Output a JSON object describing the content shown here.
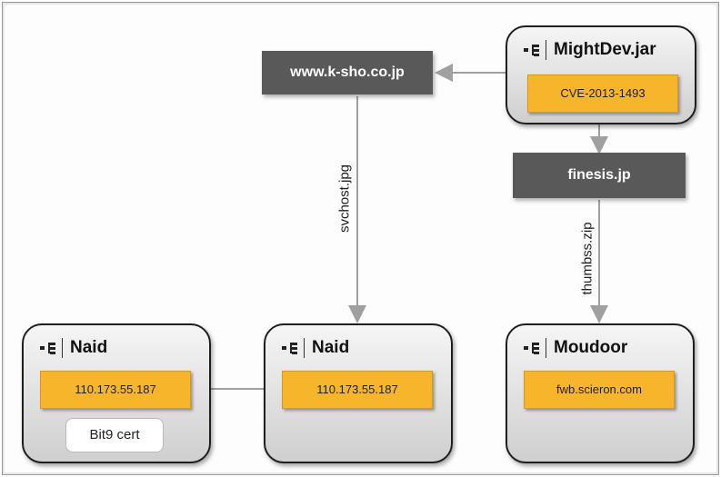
{
  "nodes": {
    "mightdev": {
      "title": "MightDev.jar",
      "tag": "CVE-2013-1493"
    },
    "naid_left": {
      "title": "Naid",
      "tag": "110.173.55.187",
      "cert": "Bit9 cert"
    },
    "naid_mid": {
      "title": "Naid",
      "tag": "110.173.55.187"
    },
    "moudoor": {
      "title": "Moudoor",
      "tag": "fwb.scieron.com"
    }
  },
  "domains": {
    "ksho": "www.k-sho.co.jp",
    "finesis": "finesis.jp"
  },
  "edges": {
    "svchost": "svchost.jpg",
    "thumbss": "thumbss.zip"
  },
  "colors": {
    "tag": "#f7b52c",
    "domain_box": "#595959",
    "arrow": "#a0a0a0"
  }
}
